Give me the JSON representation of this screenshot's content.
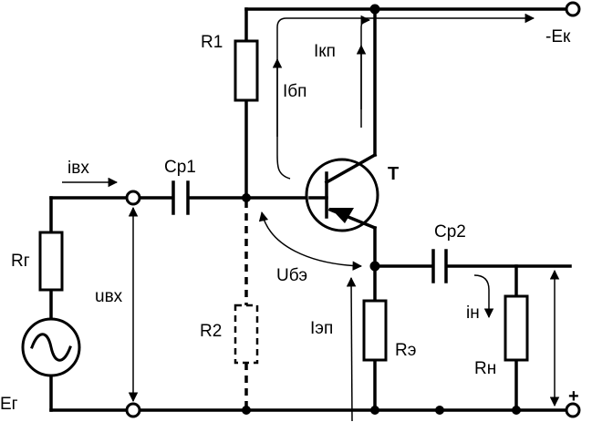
{
  "labels": {
    "r1": "R1",
    "r2": "R2",
    "rg": "Rг",
    "eg": "Eг",
    "cp1": "Cp1",
    "cp2": "Cp2",
    "re": "Rэ",
    "rn": "Rн",
    "transistor": "T",
    "ek": "-Eк",
    "plus": "+",
    "ikp": "Iкп",
    "ibp": "Iбп",
    "iep": "Iэп",
    "ube": "Uбэ",
    "ivx": "iвх",
    "uvx": "uвх",
    "in": "iн"
  },
  "colors": {
    "ink": "#000000",
    "background": "#ffffff"
  }
}
